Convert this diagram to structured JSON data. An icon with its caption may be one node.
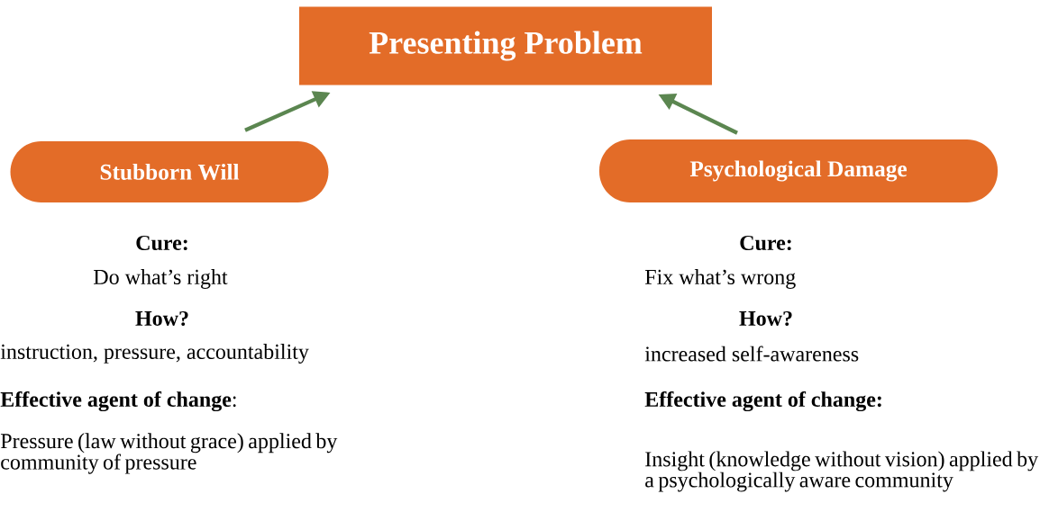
{
  "diagram": {
    "nodes": [
      {
        "text": [
          "Presenting Problem"
        ]
      },
      {
        "text": [
          "Stubborn Will"
        ]
      },
      {
        "text": [
          "Psychological Damage"
        ]
      }
    ],
    "edges": [
      {
        "from": 1,
        "to": 0,
        "arrow": "to",
        "color": "#5b8650"
      },
      {
        "from": 2,
        "to": 0,
        "arrow": "to",
        "color": "#5b8650"
      }
    ],
    "labels": [
      "Cure:",
      "Do what’s right",
      "How?",
      "instruction, pressure, accountability",
      "**Effective agent of change**:",
      "Pressure (law without grace) applied by community of pressure",
      "Cure:",
      "Fix what’s wrong",
      "How?",
      "increased self-awareness",
      "Effective agent of change:",
      "Insight (knowledge without vision) applied by a psychologically aware community"
    ]
  }
}
